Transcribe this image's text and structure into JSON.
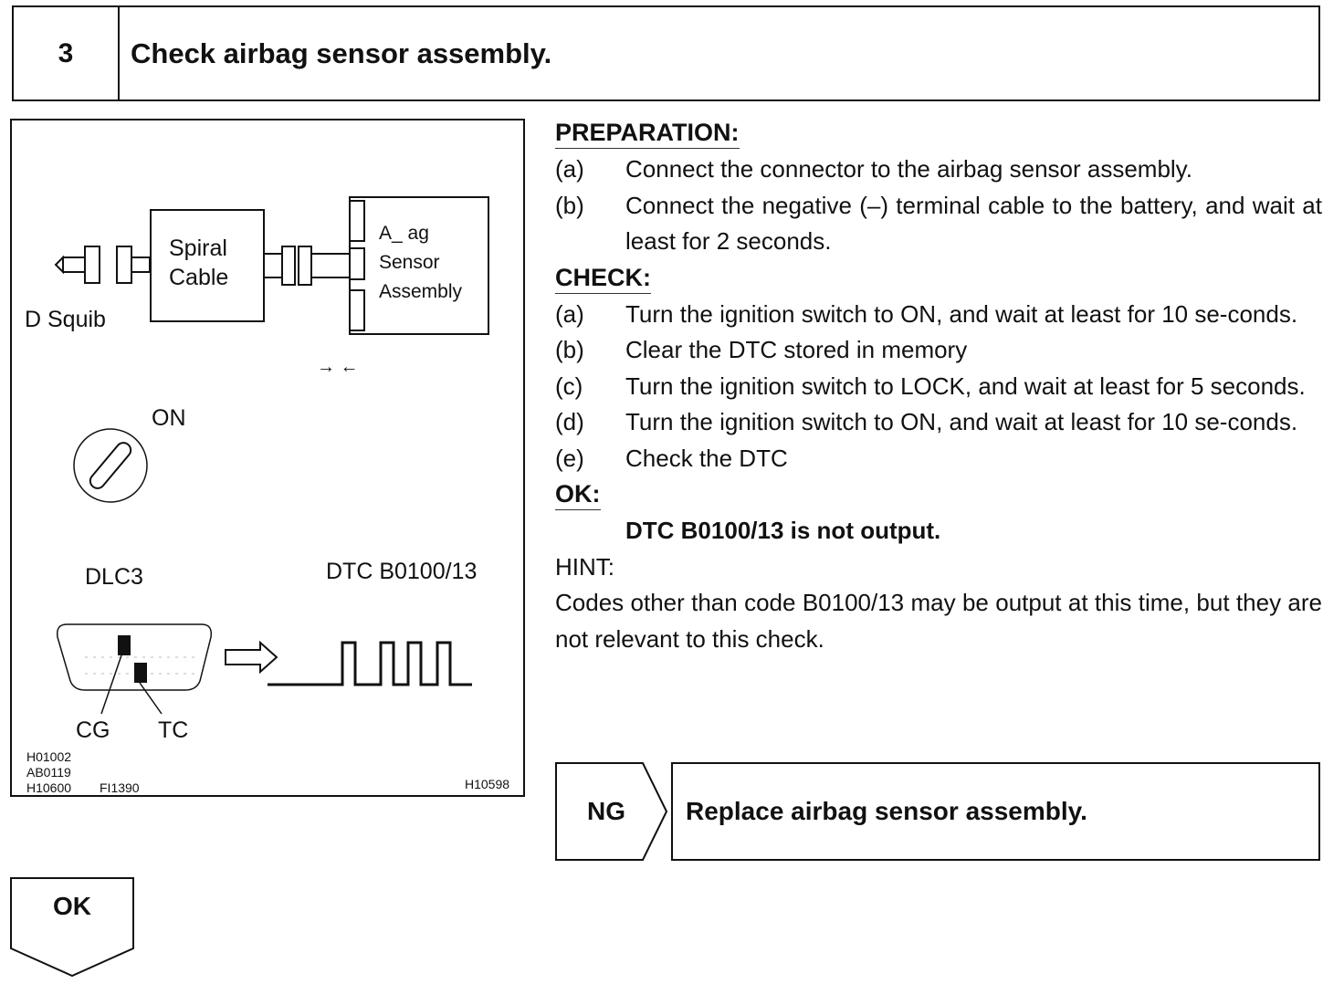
{
  "step": {
    "number": "3",
    "title": "Check airbag sensor assembly."
  },
  "figure": {
    "labels": {
      "spiral_line1": "Spiral",
      "spiral_line2": "Cable",
      "airbag_line1": "A_ ag",
      "airbag_line2": "Sensor",
      "airbag_line3": "Assembly",
      "d_squib": "D Squib",
      "arrows": "→ ←",
      "on": "ON",
      "dlc3": "DLC3",
      "dtc_code": "DTC B0100/13",
      "cg": "CG",
      "tc": "TC",
      "ref_codes": [
        "H01002",
        "AB0119",
        "H10600"
      ],
      "ref_fi": "FI1390",
      "ref_h": "H10598"
    }
  },
  "preparation": {
    "heading": "PREPARATION:",
    "items": [
      {
        "label": "(a)",
        "text": "Connect the connector to the airbag sensor assembly."
      },
      {
        "label": "(b)",
        "text": "Connect the negative (–) terminal cable to the battery, and wait at least for 2 seconds."
      }
    ]
  },
  "check": {
    "heading": "CHECK:",
    "items": [
      {
        "label": "(a)",
        "text": "Turn the ignition switch to ON, and wait at least for 10 se-conds."
      },
      {
        "label": "(b)",
        "text": "Clear the DTC stored in memory"
      },
      {
        "label": "(c)",
        "text": "Turn the ignition switch to LOCK, and wait at least for 5 seconds."
      },
      {
        "label": "(d)",
        "text": "Turn the ignition switch to ON, and wait at least for 10 se-conds."
      },
      {
        "label": "(e)",
        "text": "Check the DTC"
      }
    ]
  },
  "ok": {
    "heading": "OK:",
    "text": "DTC B0100/13 is not output."
  },
  "hint": {
    "heading": "HINT:",
    "text": "Codes other than code B0100/13 may be output at this time, but they are not relevant to this check."
  },
  "ng": {
    "label": "NG",
    "result": "Replace airbag sensor assembly."
  },
  "ok_branch": {
    "label": "OK"
  }
}
